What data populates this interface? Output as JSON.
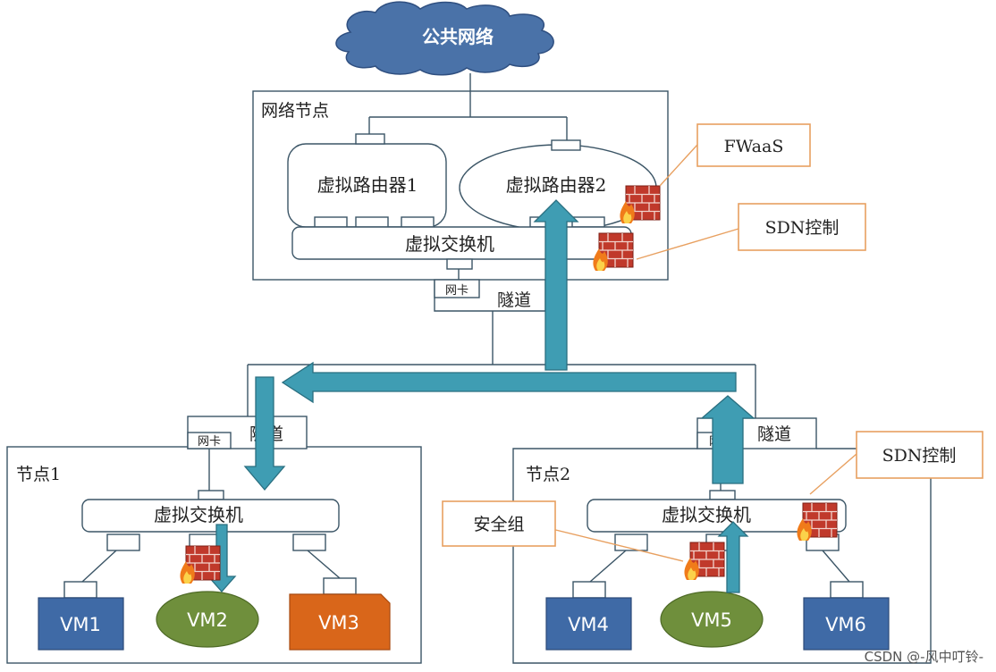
{
  "labels": {
    "cloud": "公共网络",
    "network_node": "网络节点",
    "router1": "虚拟路由器1",
    "router2": "虚拟路由器2",
    "vswitch_top": "虚拟交换机",
    "nic_top": "网卡",
    "tunnel_top": "隧道",
    "tunnel_left": "隧道",
    "nic_left": "网卡",
    "tunnel_right": "隧道",
    "nic_right": "网卡",
    "node1": "节点1",
    "node2": "节点2",
    "vswitch_left": "虚拟交换机",
    "vswitch_right": "虚拟交换机",
    "vm1": "VM1",
    "vm2": "VM2",
    "vm3": "VM3",
    "vm4": "VM4",
    "vm5": "VM5",
    "vm6": "VM6"
  },
  "callouts": {
    "fwaas": "FWaaS",
    "sdn_top": "SDN控制",
    "sdn_right": "SDN控制",
    "security_group": "安全组"
  },
  "watermark": "CSDN @-风中叮铃-",
  "colors": {
    "box_stroke": "#3b5566",
    "arrow_fill": "#3f9db3",
    "arrow_stroke": "#2a6f80",
    "cloud_fill": "#4a72a8",
    "vm_blue": "#3f6aa6",
    "vm_green": "#6f8f3c",
    "vm_orange": "#d9661a",
    "callout_stroke": "#e8a060",
    "brick": "#c0392b",
    "flame": "#f07b1a"
  }
}
